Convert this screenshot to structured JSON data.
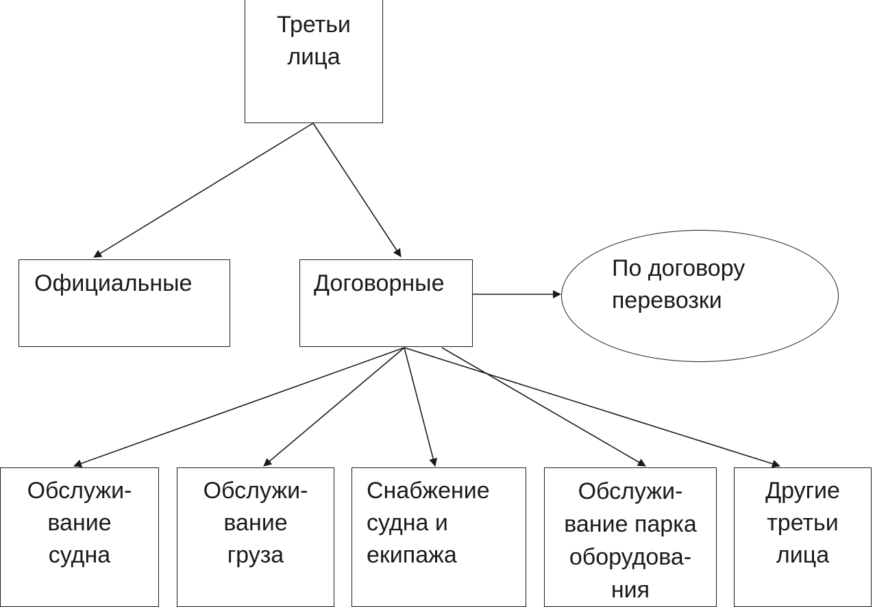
{
  "nodes": {
    "root": {
      "lines": [
        "Третьи",
        "лица"
      ]
    },
    "official": {
      "lines": [
        "Официальные"
      ]
    },
    "contractual": {
      "lines": [
        "Договорные"
      ]
    },
    "by_contract": {
      "lines": [
        "По договору",
        "перевозки"
      ]
    },
    "vessel_service": {
      "lines": [
        "Обслужи-",
        "вание",
        "судна"
      ]
    },
    "cargo_service": {
      "lines": [
        "Обслужи-",
        "вание",
        "груза"
      ]
    },
    "supply": {
      "lines": [
        "Снабжение",
        "судна и",
        "екипажа"
      ]
    },
    "equipment_service": {
      "lines": [
        "Обслужи-",
        "вание парка",
        "оборудова-",
        "ния"
      ]
    },
    "other": {
      "lines": [
        "Другие",
        "третьи",
        "лица"
      ]
    }
  },
  "edges": [
    {
      "from": "root",
      "to": "official"
    },
    {
      "from": "root",
      "to": "contractual"
    },
    {
      "from": "contractual",
      "to": "by_contract"
    },
    {
      "from": "contractual",
      "to": "vessel_service"
    },
    {
      "from": "contractual",
      "to": "cargo_service"
    },
    {
      "from": "contractual",
      "to": "supply"
    },
    {
      "from": "contractual",
      "to": "equipment_service"
    },
    {
      "from": "contractual",
      "to": "other"
    }
  ]
}
